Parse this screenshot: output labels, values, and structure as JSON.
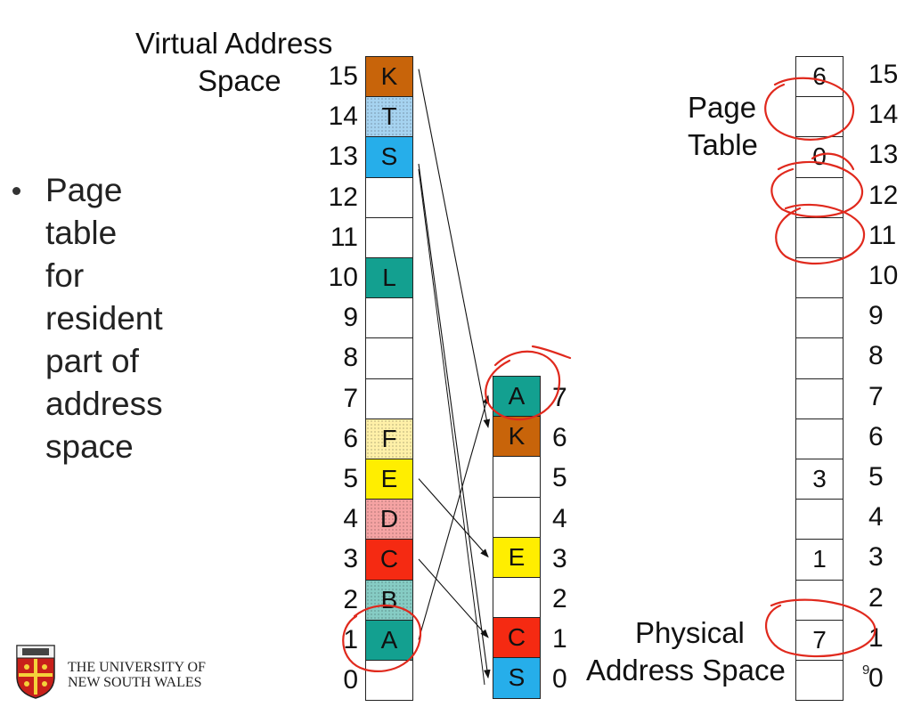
{
  "virtual_space": {
    "title_line1": "Virtual Address",
    "title_line2": "Space",
    "rows": [
      {
        "num": "15",
        "label": "K",
        "color": "#c8640a",
        "textured": false
      },
      {
        "num": "14",
        "label": "T",
        "color": "#a6d3f0",
        "textured": true
      },
      {
        "num": "13",
        "label": "S",
        "color": "#26aeea",
        "textured": false
      },
      {
        "num": "12",
        "label": "",
        "color": "#ffffff",
        "textured": false
      },
      {
        "num": "11",
        "label": "",
        "color": "#ffffff",
        "textured": false
      },
      {
        "num": "10",
        "label": "L",
        "color": "#13a090",
        "textured": false
      },
      {
        "num": "9",
        "label": "",
        "color": "#ffffff",
        "textured": false
      },
      {
        "num": "8",
        "label": "",
        "color": "#ffffff",
        "textured": false
      },
      {
        "num": "7",
        "label": "",
        "color": "#ffffff",
        "textured": false
      },
      {
        "num": "6",
        "label": "F",
        "color": "#fff0a8",
        "textured": true
      },
      {
        "num": "5",
        "label": "E",
        "color": "#ffee00",
        "textured": false
      },
      {
        "num": "4",
        "label": "D",
        "color": "#f5a3a3",
        "textured": true
      },
      {
        "num": "3",
        "label": "C",
        "color": "#f52a12",
        "textured": false
      },
      {
        "num": "2",
        "label": "B",
        "color": "#86ccc4",
        "textured": true
      },
      {
        "num": "1",
        "label": "A",
        "color": "#13a090",
        "textured": false
      },
      {
        "num": "0",
        "label": "",
        "color": "#ffffff",
        "textured": false
      }
    ]
  },
  "physical_space": {
    "title_line1": "Physical",
    "title_line2": "Address Space",
    "rows": [
      {
        "num": "7",
        "label": "A",
        "color": "#13a090"
      },
      {
        "num": "6",
        "label": "K",
        "color": "#c8640a"
      },
      {
        "num": "5",
        "label": "",
        "color": "#ffffff"
      },
      {
        "num": "4",
        "label": "",
        "color": "#ffffff"
      },
      {
        "num": "3",
        "label": "E",
        "color": "#ffee00"
      },
      {
        "num": "2",
        "label": "",
        "color": "#ffffff"
      },
      {
        "num": "1",
        "label": "C",
        "color": "#f52a12"
      },
      {
        "num": "0",
        "label": "S",
        "color": "#26aeea"
      }
    ]
  },
  "page_table": {
    "title_line1": "Page",
    "title_line2": "Table",
    "rows": [
      {
        "num": "15",
        "entry": "6"
      },
      {
        "num": "14",
        "entry": ""
      },
      {
        "num": "13",
        "entry": "0"
      },
      {
        "num": "12",
        "entry": ""
      },
      {
        "num": "11",
        "entry": ""
      },
      {
        "num": "10",
        "entry": ""
      },
      {
        "num": "9",
        "entry": ""
      },
      {
        "num": "8",
        "entry": ""
      },
      {
        "num": "7",
        "entry": ""
      },
      {
        "num": "6",
        "entry": ""
      },
      {
        "num": "5",
        "entry": "3"
      },
      {
        "num": "4",
        "entry": ""
      },
      {
        "num": "3",
        "entry": "1"
      },
      {
        "num": "2",
        "entry": ""
      },
      {
        "num": "1",
        "entry": "7"
      },
      {
        "num": "0",
        "entry": ""
      }
    ]
  },
  "bullet": {
    "line1": "Page table for",
    "line2": "resident part of",
    "line3": "address space"
  },
  "university": {
    "line1": "THE UNIVERSITY OF",
    "line2": "NEW SOUTH WALES"
  },
  "slide_number": "9",
  "annotation_color": "#e0291d"
}
